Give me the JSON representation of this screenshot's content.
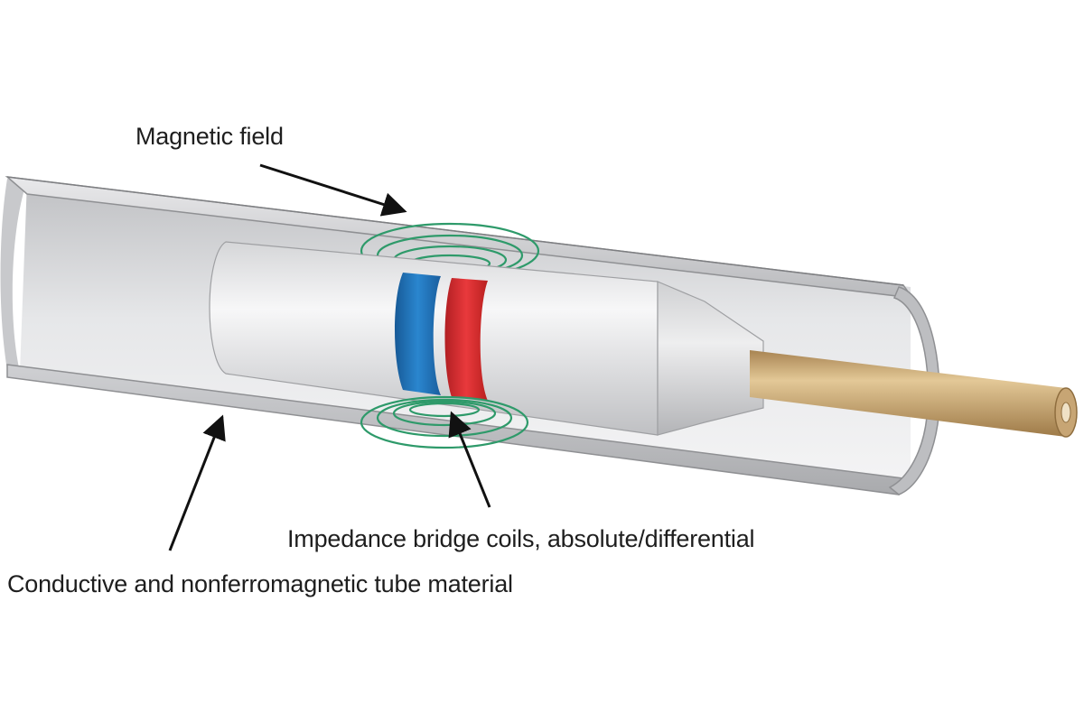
{
  "labels": {
    "magnetic_field": "Magnetic field",
    "coils": "Impedance bridge coils, absolute/differential",
    "tube_material": "Conductive and nonferromagnetic tube material"
  },
  "colors": {
    "tube": "#d9d9db",
    "probe_body": "#e8e8ea",
    "coil_absolute": "#1f6fb5",
    "coil_differential": "#d62a2e",
    "field_lines": "#2e9a6a",
    "cable": "#c9a571",
    "arrows": "#111111"
  }
}
